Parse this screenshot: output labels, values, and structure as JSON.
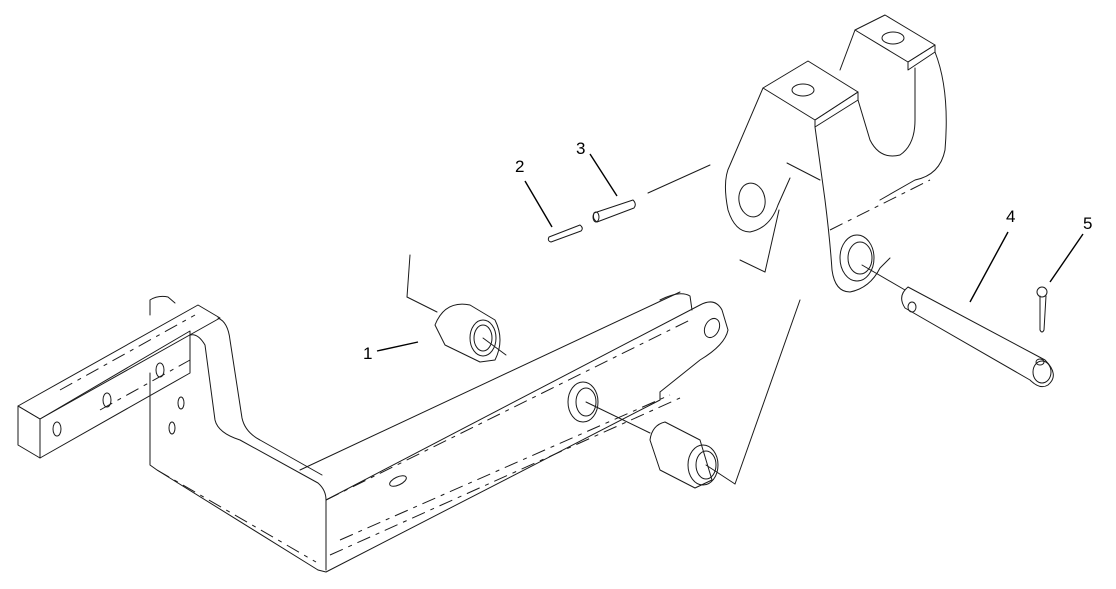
{
  "diagram": {
    "type": "exploded-parts-view",
    "background": "#ffffff",
    "line_color": "#1a1a1a",
    "callouts": [
      {
        "id": "1",
        "label": "1",
        "part": "flanged-bushing-front"
      },
      {
        "id": "2",
        "label": "2",
        "part": "roll-pin-small"
      },
      {
        "id": "3",
        "label": "3",
        "part": "roll-pin-large"
      },
      {
        "id": "4",
        "label": "4",
        "part": "clevis-pin"
      },
      {
        "id": "5",
        "label": "5",
        "part": "cotter-pin"
      }
    ],
    "components": [
      "mounting-bar",
      "lift-arm",
      "bushing-rear",
      "thrust-washer",
      "yoke-bracket"
    ]
  }
}
